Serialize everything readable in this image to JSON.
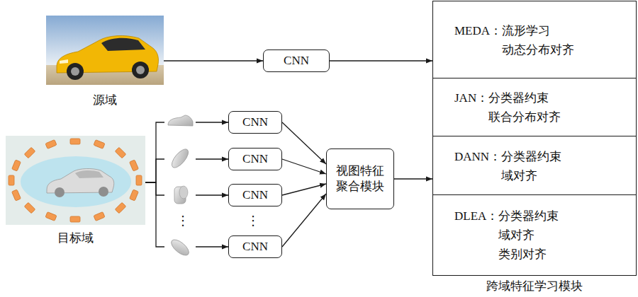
{
  "diagram": {
    "nodes": [
      {
        "text": [
          "源域"
        ]
      },
      {
        "text": [
          "CNN"
        ]
      },
      {
        "text": [
          "目标域"
        ]
      },
      {
        "text": [
          "CNN"
        ]
      },
      {
        "text": [
          "CNN"
        ]
      },
      {
        "text": [
          "CNN"
        ]
      },
      {
        "text": [
          "CNN"
        ]
      },
      {
        "text": [
          "视图特征 聚合模块"
        ]
      },
      {
        "text": [
          "跨域特征学习模块"
        ]
      },
      {
        "text": [
          "MEDA：",
          "流形学习 动态分布对齐"
        ],
        "in": 8
      },
      {
        "text": [
          "JAN：",
          "分类器约束 联合分布对齐"
        ],
        "in": 8
      },
      {
        "text": [
          "DANN：",
          "分类器约束 域对齐"
        ],
        "in": 8
      },
      {
        "text": [
          "DLEA：",
          "分类器约束 域对齐 类别对齐"
        ],
        "in": 8
      }
    ],
    "edges": [
      {
        "from": 0,
        "to": 1,
        "arrow": "to"
      },
      {
        "from": 1,
        "to": 8,
        "arrow": "to"
      },
      {
        "from": 2,
        "to": 3,
        "arrow": "to"
      },
      {
        "from": 2,
        "to": 4,
        "arrow": "to"
      },
      {
        "from": 2,
        "to": 5,
        "arrow": "to"
      },
      {
        "from": 2,
        "to": 6,
        "arrow": "to"
      },
      {
        "from": 3,
        "to": 7,
        "arrow": "to"
      },
      {
        "from": 4,
        "to": 7,
        "arrow": "to"
      },
      {
        "from": 5,
        "to": 7,
        "arrow": "to"
      },
      {
        "from": 6,
        "to": 7,
        "arrow": "to"
      },
      {
        "from": 7,
        "to": 8,
        "arrow": "to"
      }
    ],
    "labels": [
      "⋮",
      "⋮"
    ]
  }
}
